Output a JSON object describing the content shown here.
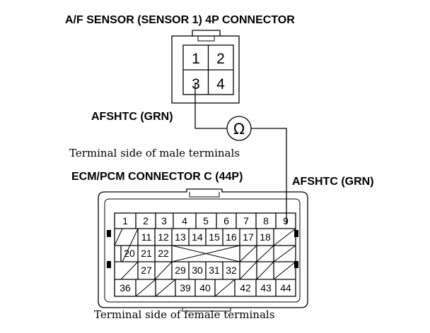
{
  "title_4p": "A/F SENSOR (SENSOR 1) 4P CONNECTOR",
  "wire_label_top": "AFSHTC (GRN)",
  "male_side_note": "Terminal side of male terminals",
  "title_44p": "ECM/PCM CONNECTOR C (44P)",
  "wire_label_right": "AFSHTC (GRN)",
  "female_side_note": "Terminal side of female terminals",
  "meter_symbol": "Ω",
  "connector_4p": {
    "pins": [
      "1",
      "2",
      "3",
      "4"
    ]
  },
  "connector_44p": {
    "row1": [
      "1",
      "2",
      "3",
      "4",
      "5",
      "6",
      "7",
      "8",
      "9"
    ],
    "row2": [
      "",
      "11",
      "12",
      "13",
      "14",
      "15",
      "16",
      "17",
      "18",
      ""
    ],
    "row3": [
      "20",
      "21",
      "22"
    ],
    "row4": [
      "",
      "27",
      "",
      "29",
      "30",
      "31",
      "32"
    ],
    "row5": [
      "36",
      "",
      "",
      "39",
      "40",
      "",
      "42",
      "43",
      "44"
    ]
  }
}
